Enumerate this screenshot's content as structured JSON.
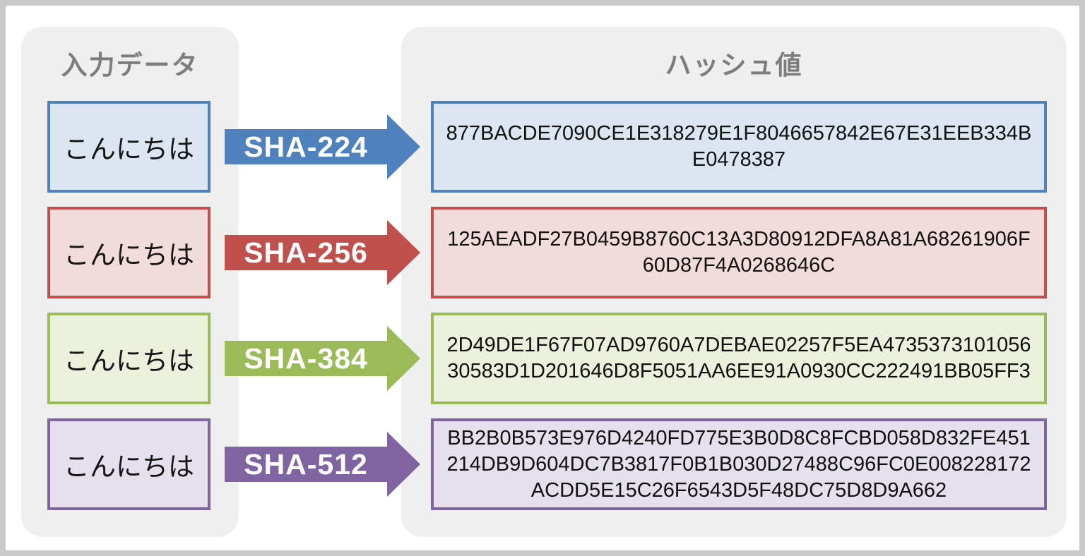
{
  "left_panel": {
    "header": "入力データ"
  },
  "right_panel": {
    "header": "ハッシュ値"
  },
  "rows": [
    {
      "input": "こんにちは",
      "algorithm": "SHA-224",
      "hash": "877BACDE7090CE1E318279E1F8046657842E67E31EEB334BE0478387",
      "accent_color": "#4F81BD",
      "fill_color": "#DCE6F2"
    },
    {
      "input": "こんにちは",
      "algorithm": "SHA-256",
      "hash": "125AEADF27B0459B8760C13A3D80912DFA8A81A68261906F60D87F4A0268646C",
      "accent_color": "#C0504D",
      "fill_color": "#F2DCDB"
    },
    {
      "input": "こんにちは",
      "algorithm": "SHA-384",
      "hash": "2D49DE1F67F07AD9760A7DEBAE02257F5EA473537310105630583D1D201646D8F5051AA6EE91A0930CC222491BB05FF3",
      "accent_color": "#9BBB59",
      "fill_color": "#EBF1DD"
    },
    {
      "input": "こんにちは",
      "algorithm": "SHA-512",
      "hash": "BB2B0B573E976D4240FD775E3B0D8C8FCBD058D832FE451214DB9D604DC7B3817F0B1B030D27488C96FC0E008228172ACDD5E15C26F6543D5F48DC75D8D9A662",
      "accent_color": "#8064A2",
      "fill_color": "#E5E0EC"
    }
  ],
  "theme": {
    "panel_bg": "#EFEFEF",
    "header_text": "#7D7D7D",
    "frame_border": "#C9C9C9",
    "canvas_bg": "#FFFFFF",
    "hash_text": "#111111"
  }
}
